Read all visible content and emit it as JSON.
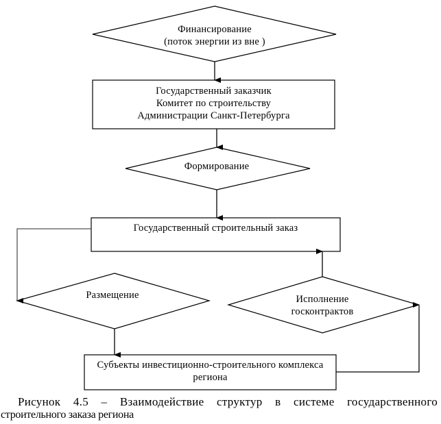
{
  "diagram": {
    "nodes": [
      {
        "id": "financing",
        "shape": "diamond",
        "lines": [
          "Финансирование",
          "(поток энергии из вне )"
        ]
      },
      {
        "id": "state-customer",
        "shape": "box",
        "lines": [
          "Государственный заказчик",
          "Комитет по строительству",
          "Администрации Санкт-Петербурга"
        ]
      },
      {
        "id": "formation",
        "shape": "diamond",
        "lines": [
          "Формирование"
        ]
      },
      {
        "id": "state-order",
        "shape": "box",
        "lines": [
          "Государственный строительный заказ"
        ]
      },
      {
        "id": "placement",
        "shape": "diamond",
        "lines": [
          "Размещение"
        ]
      },
      {
        "id": "execution",
        "shape": "diamond",
        "lines": [
          "Исполнение",
          "госконтрактов"
        ]
      },
      {
        "id": "subjects",
        "shape": "box",
        "lines": [
          "Субъекты инвестиционно-строительного комплекса",
          "региона"
        ]
      }
    ],
    "edges": [
      {
        "from": "financing",
        "to": "state-customer"
      },
      {
        "from": "state-customer",
        "to": "formation"
      },
      {
        "from": "formation",
        "to": "state-order"
      },
      {
        "from": "state-order",
        "to": "placement"
      },
      {
        "from": "placement",
        "to": "subjects"
      },
      {
        "from": "subjects",
        "to": "execution"
      },
      {
        "from": "execution",
        "to": "state-order"
      }
    ]
  },
  "caption": {
    "line1": "Рисунок 4.5 – Взаимодействие структур в системе государственного",
    "line2": "строительного заказа региона"
  }
}
